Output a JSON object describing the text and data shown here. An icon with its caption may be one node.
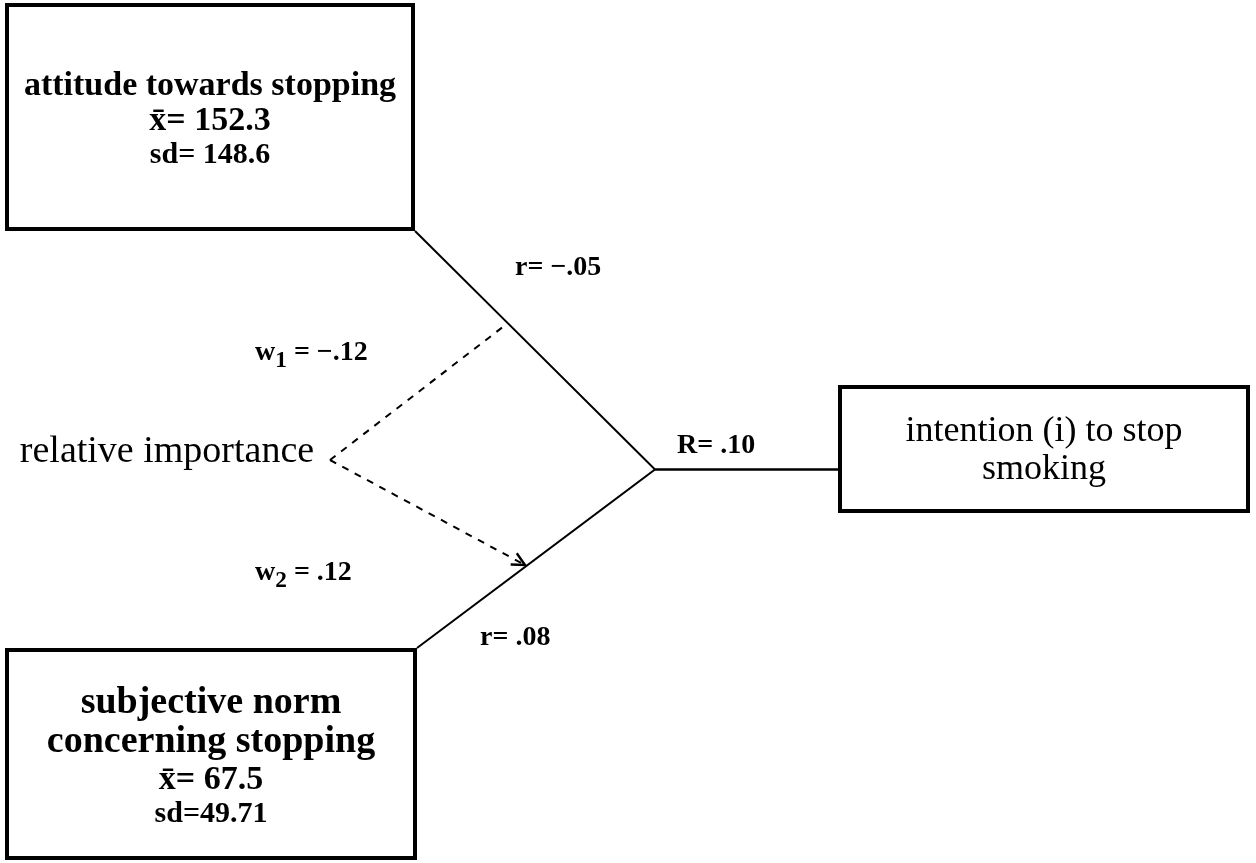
{
  "diagram": {
    "nodes": [
      {
        "text": [
          "attitude towards stopping",
          "x̄= 152.3",
          "sd= 148.6"
        ]
      },
      {
        "text": [
          "intention (i) to stop smoking"
        ]
      },
      {
        "text": [
          "subjective norm concerning stopping",
          "x̄= 67.5",
          "sd=49.71"
        ]
      },
      {
        "text": [
          "relative importance"
        ]
      }
    ],
    "edges": [
      {
        "from": 0,
        "to": 1,
        "arrow": "none",
        "label": "r= −.05"
      },
      {
        "from": 2,
        "to": 1,
        "arrow": "none",
        "label": "r= .08"
      },
      {
        "from": 3,
        "to": null,
        "arrow": "none",
        "style": "dashed",
        "label": "w$_{1}$ = −.12"
      },
      {
        "from": 3,
        "to": null,
        "arrow": "to",
        "style": "dashed",
        "label": "w$_{2}$ = .12"
      }
    ],
    "labels": [
      "R= .10"
    ]
  }
}
